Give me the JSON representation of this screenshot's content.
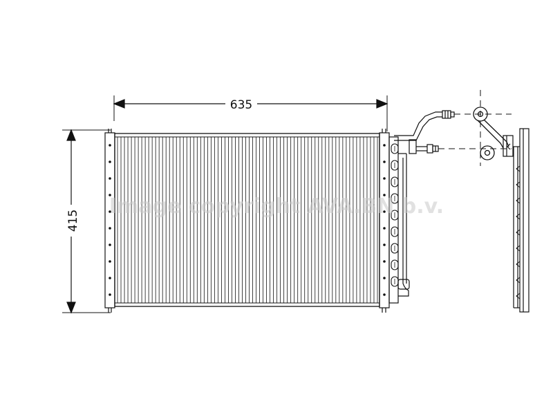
{
  "dimensions": {
    "width_label": "635",
    "height_label": "415"
  },
  "watermark": {
    "text": "Image copyright AVA.BN b.v."
  },
  "colors": {
    "line": "#111111",
    "watermark": "#c8c8c8",
    "background": "#ffffff"
  },
  "diagram": {
    "core_fin_count": 76,
    "header_tube_count": 9,
    "side_rail_bolts": 10,
    "side_bracket_holes": 9
  }
}
